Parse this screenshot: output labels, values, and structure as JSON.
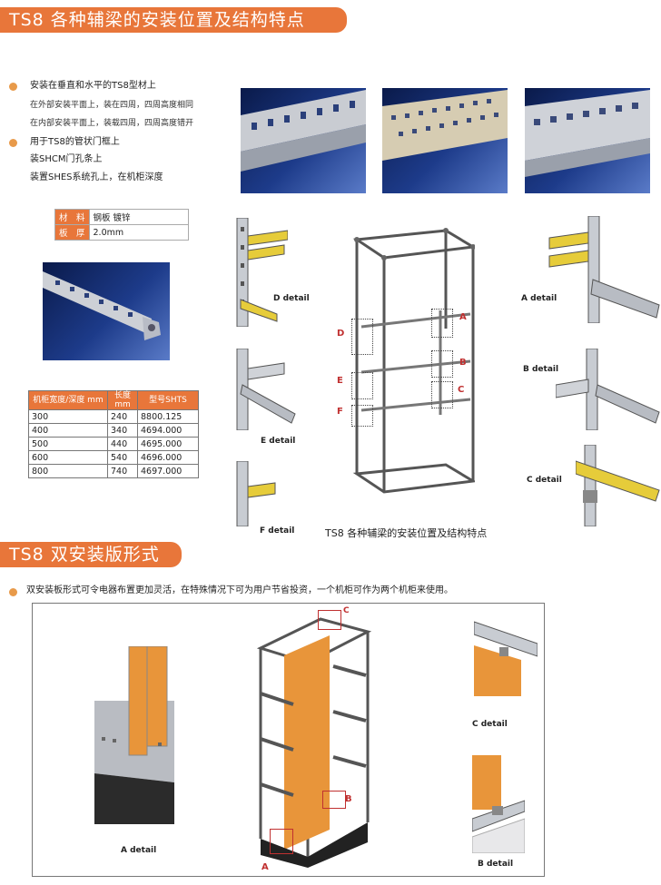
{
  "section1": {
    "title": "TS8  各种辅梁的安装位置及结构特点",
    "bullets": [
      {
        "main": "安装在垂直和水平的TS8型材上",
        "subs": [
          "在外部安装平面上，装在四周，四周高度相同",
          "在内部安装平面上，装载四周，四周高度错开"
        ]
      },
      {
        "main": "用于TS8的管状门框上",
        "subs": [
          "装SHCM门孔条上",
          "装置SHES系统孔上，在机柜深度"
        ]
      }
    ],
    "spec": {
      "rows": [
        {
          "label": "材　料",
          "value": "钢板 镀锌"
        },
        {
          "label": "板　厚",
          "value": "2.0mm"
        }
      ]
    },
    "dims_table": {
      "headers": [
        "机柜宽度/深度 mm",
        "长度 mm",
        "型号SHTS"
      ],
      "rows": [
        [
          "300",
          "240",
          "8800.125"
        ],
        [
          "400",
          "340",
          "4694.000"
        ],
        [
          "500",
          "440",
          "4695.000"
        ],
        [
          "600",
          "540",
          "4696.000"
        ],
        [
          "800",
          "740",
          "4697.000"
        ]
      ]
    },
    "details": {
      "d": "D  detail",
      "e": "E  detail",
      "f": "F  detail",
      "a": "A  detail",
      "b": "B  detail",
      "c": "C  detail"
    },
    "frame_letters": {
      "a": "A",
      "b": "B",
      "c": "C",
      "d": "D",
      "e": "E",
      "f": "F"
    },
    "caption": "TS8  各种辅梁的安装位置及结构特点"
  },
  "section2": {
    "title": "TS8  双安装版形式",
    "intro": "双安装板形式可令电器布置更加灵活，在特殊情况下可为用户节省投资，一个机柜可作为两个机柜来使用。",
    "details": {
      "a": "A  detail",
      "b": "B  detail",
      "c": "C  detail"
    },
    "frame_letters": {
      "a": "A",
      "b": "B",
      "c": "C"
    }
  },
  "colors": {
    "accent": "#e8763a",
    "bullet": "#e89a4a",
    "photo_bg": "#1d3b8a",
    "panel": "#e8953a"
  }
}
